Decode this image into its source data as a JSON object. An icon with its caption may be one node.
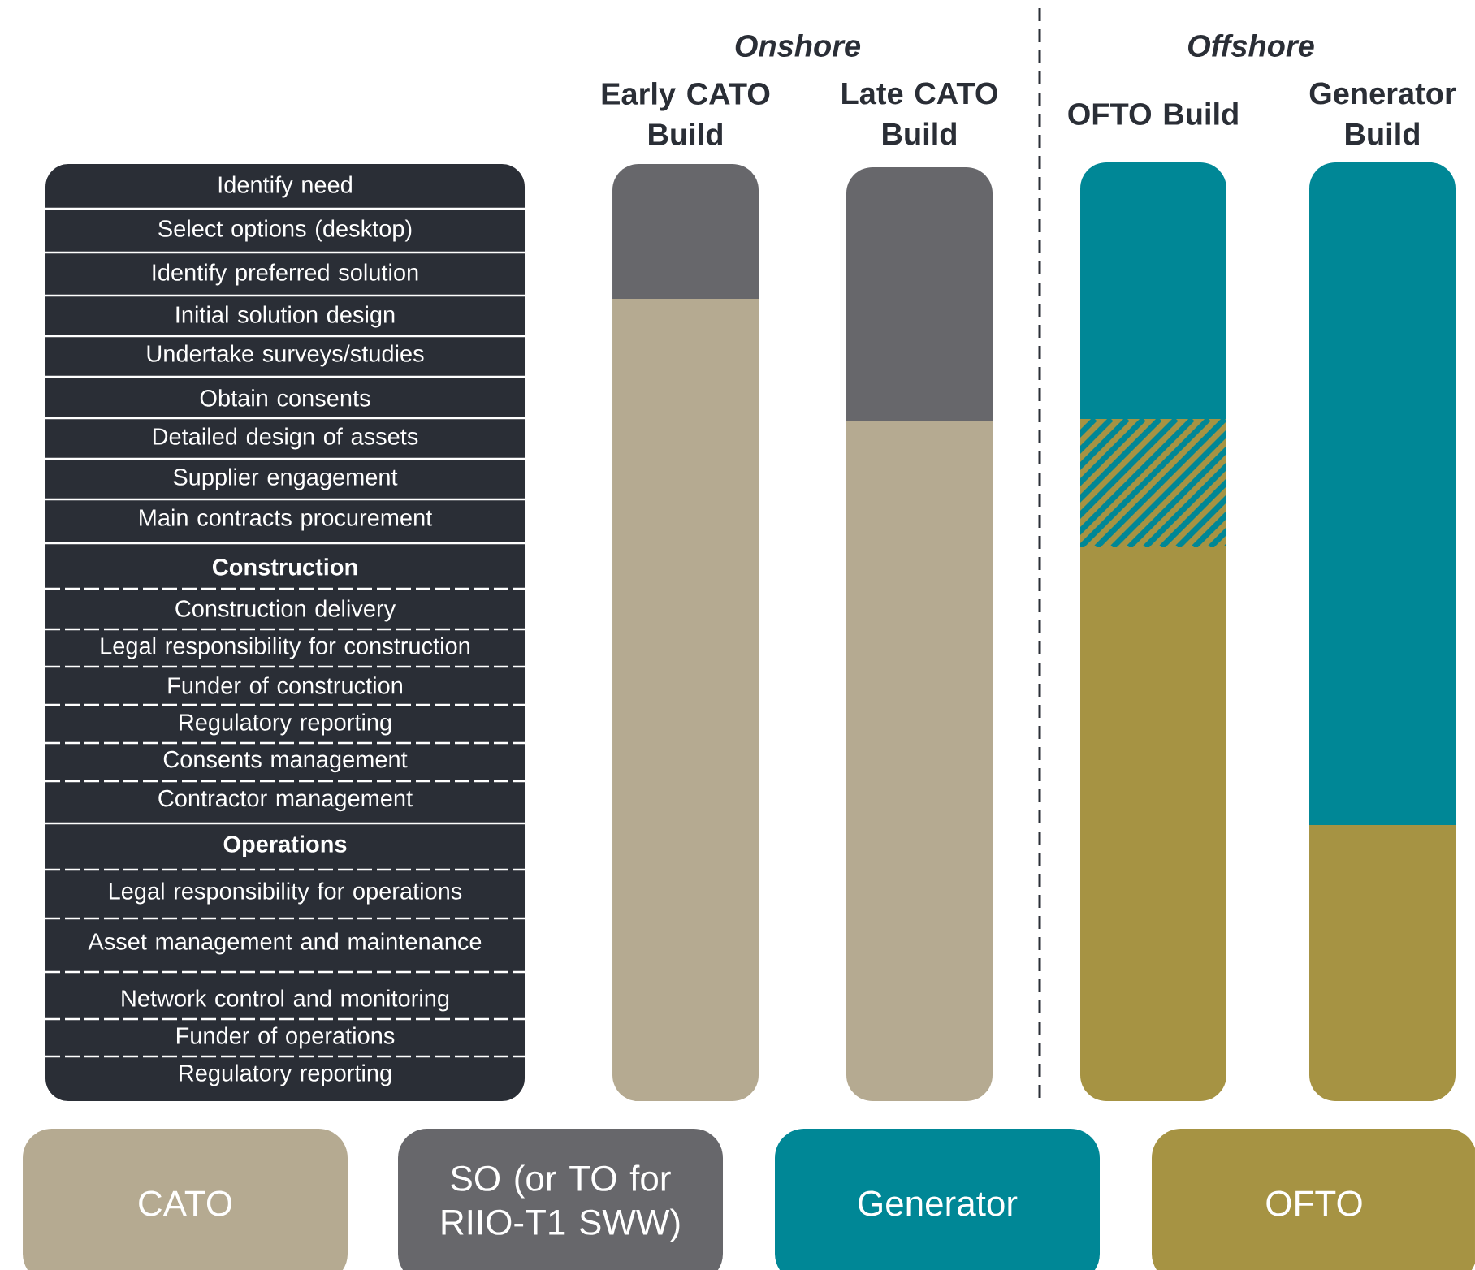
{
  "diagram": {
    "nodes": [
      {
        "text": [],
        "shape": "box"
      },
      {
        "text": [
          "Identify need"
        ],
        "in": 0
      },
      {
        "text": [
          "Select options (desktop)"
        ],
        "in": 0
      },
      {
        "text": [
          "Identify preferred solution"
        ],
        "in": 0
      },
      {
        "text": [
          "Initial solution design"
        ],
        "in": 0
      },
      {
        "text": [
          "Undertake surveys/studies"
        ],
        "in": 0
      },
      {
        "text": [
          "Obtain consents"
        ],
        "in": 0
      },
      {
        "text": [
          "Detailed design of assets"
        ],
        "in": 0
      },
      {
        "text": [
          "Supplier engagement"
        ],
        "in": 0
      },
      {
        "text": [
          "Main contracts procurement"
        ],
        "in": 0
      },
      {
        "text": [
          "Construction"
        ],
        "in": 0
      },
      {
        "text": [
          "Construction delivery"
        ],
        "in": 0
      },
      {
        "text": [
          "Legal responsibility for construction"
        ],
        "in": 0
      },
      {
        "text": [
          "Funder of construction"
        ],
        "in": 0
      },
      {
        "text": [
          "Regulatory reporting"
        ],
        "in": 0
      },
      {
        "text": [
          "Consents management"
        ],
        "in": 0
      },
      {
        "text": [
          "Contractor management"
        ],
        "in": 0
      },
      {
        "text": [
          "Operations"
        ],
        "in": 0
      },
      {
        "text": [
          "Legal responsibility for operations"
        ],
        "in": 0
      },
      {
        "text": [
          "Asset management and maintenance"
        ],
        "in": 0
      },
      {
        "text": [
          "Network control and monitoring"
        ],
        "in": 0
      },
      {
        "text": [
          "Funder of operations"
        ],
        "in": 0
      },
      {
        "text": [
          "Regulatory reporting"
        ],
        "in": 0
      },
      {
        "text": [
          "Early CATO Build"
        ]
      },
      {
        "text": [
          "Late CATO Build"
        ]
      },
      {
        "text": [
          "OFTO Build"
        ]
      },
      {
        "text": [
          "Generator Build"
        ]
      }
    ],
    "labels": [
      "Onshore",
      "Offshore"
    ],
    "legend": [
      {
        "text": "CATO",
        "color": "#b5aa91"
      },
      {
        "text": "SO (or TO for RIIO-T1 SWW)",
        "color": "#67676b"
      },
      {
        "text": "Generator",
        "color": "#008796"
      },
      {
        "text": "OFTO",
        "color": "#a69343"
      }
    ]
  }
}
